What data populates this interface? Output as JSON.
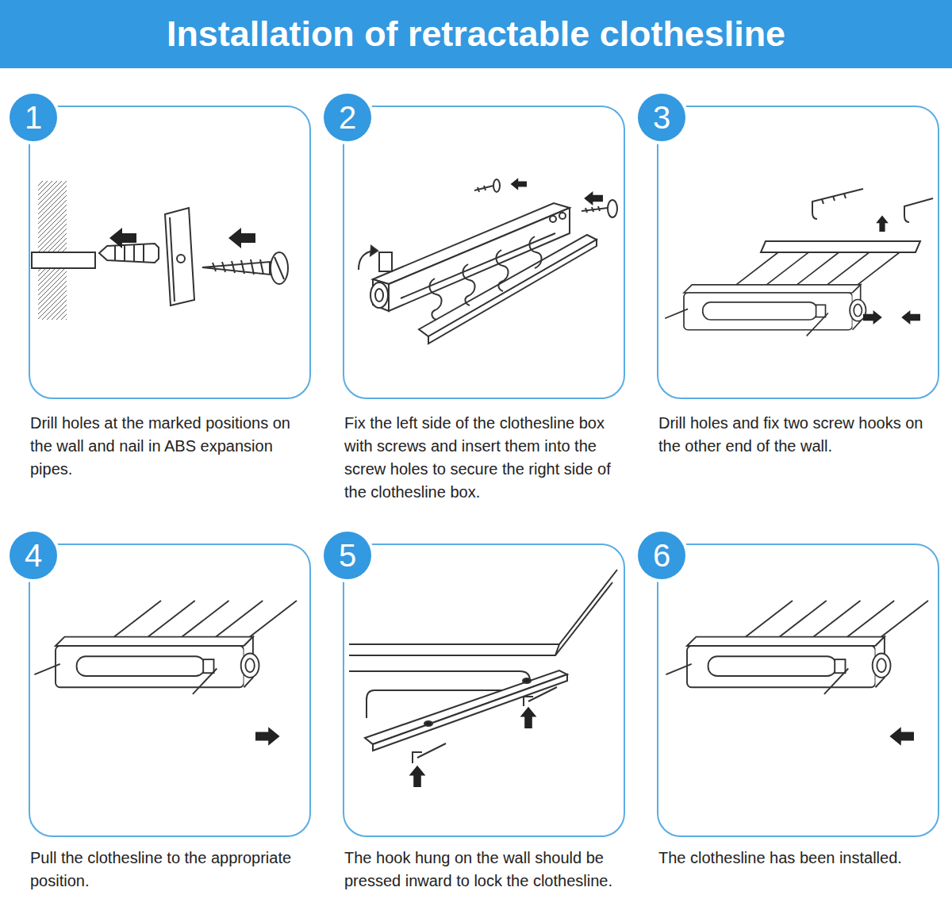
{
  "diagram": {
    "title": "Installation of retractable clothesline",
    "nodes": [
      {
        "text": [
          "1"
        ]
      },
      {
        "text": [
          "Drill holes at the marked positions on the wall and nail in ABS expansion pipes."
        ]
      },
      {
        "text": [
          "2"
        ]
      },
      {
        "text": [
          "Fix the left side of the clothesline box with screws and insert them into the screw holes to secure the right side of the clothesline box."
        ]
      },
      {
        "text": [
          "3"
        ]
      },
      {
        "text": [
          "Drill holes and fix two screw hooks on the other end of the wall."
        ]
      },
      {
        "text": [
          "4"
        ]
      },
      {
        "text": [
          "Pull the clothesline to the appropriate position."
        ]
      },
      {
        "text": [
          "5"
        ]
      },
      {
        "text": [
          "The hook hung on the wall should be pressed inward to lock the clothesline."
        ]
      },
      {
        "text": [
          "6"
        ]
      },
      {
        "text": [
          "The clothesline has been installed."
        ]
      }
    ]
  }
}
